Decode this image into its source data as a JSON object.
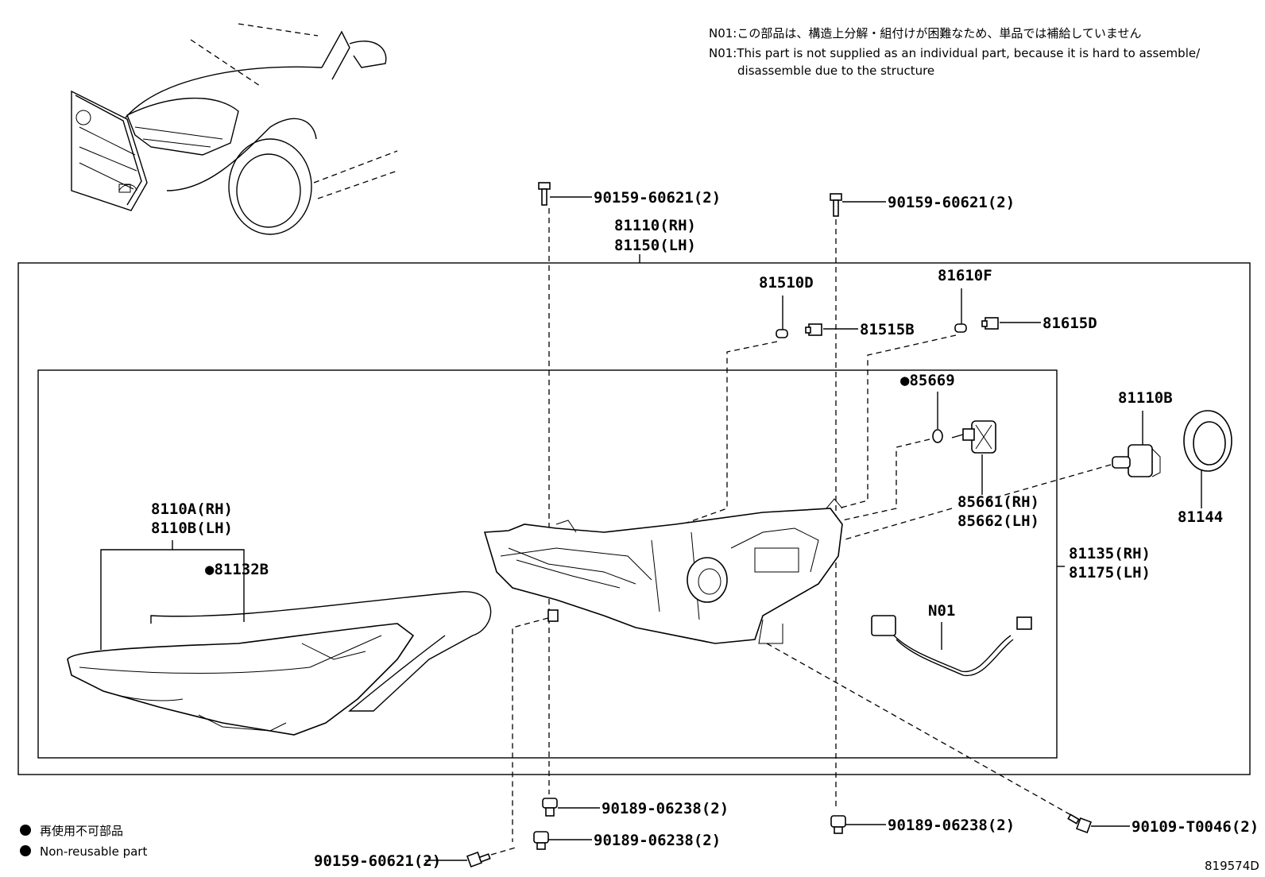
{
  "notes": {
    "jp": "N01:この部品は、構造上分解・組付けが困難なため、単品では補給していません",
    "en_line1": "N01:This part is not supplied as an individual part, because it is hard to assemble/",
    "en_line2": "disassemble due to the structure"
  },
  "labels": {
    "bolt_top_left": "90159-60621(2)",
    "bolt_top_right": "90159-60621(2)",
    "assy_rh": "81110(RH)",
    "assy_lh": "81150(LH)",
    "bulb_81510d": "81510D",
    "socket_81515b": "81515B",
    "bulb_81610f": "81610F",
    "socket_81615d": "81615D",
    "oring_85669": "●85669",
    "bulb_81110b": "81110B",
    "cover_81144": "81144",
    "socket_rh": "85661(RH)",
    "socket_lh": "85662(LH)",
    "housing_rh": "81135(RH)",
    "housing_lh": "81175(LH)",
    "lens_rh": "8110A(RH)",
    "lens_lh": "8110B(LH)",
    "gasket": "●81132B",
    "wire_n01": "N01",
    "clip_center": "90189-06238(2)",
    "clip_right": "90189-06238(2)",
    "clip_lower": "90189-06238(2)",
    "bolt_bottom_left": "90159-60621(2)",
    "bolt_bottom_right": "90109-T0046(2)"
  },
  "legend": {
    "jp": "再使用不可部品",
    "en": "Non-reusable part"
  },
  "diagram_id": "819574D"
}
